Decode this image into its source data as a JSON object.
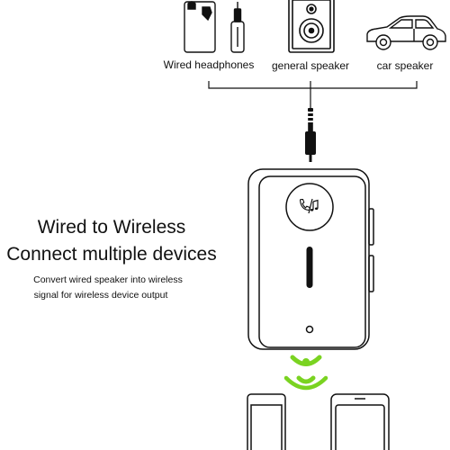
{
  "devices": {
    "wired_headphones": "Wired headphones",
    "general_speaker": "general speaker",
    "car_speaker": "car speaker"
  },
  "headline": {
    "line1": "Wired to Wireless",
    "line2": "Connect multiple devices"
  },
  "description": {
    "line1": "Convert wired speaker into wireless",
    "line2": "signal for wireless device output"
  },
  "colors": {
    "outline": "#111111",
    "wireless_signal": "#7ad321",
    "background": "#ffffff"
  },
  "icons": [
    "headphones-icon",
    "speaker-icon",
    "car-icon",
    "aux-plug-icon",
    "phone-music-icon",
    "wireless-signal-icon",
    "phone-icon",
    "tablet-icon"
  ]
}
